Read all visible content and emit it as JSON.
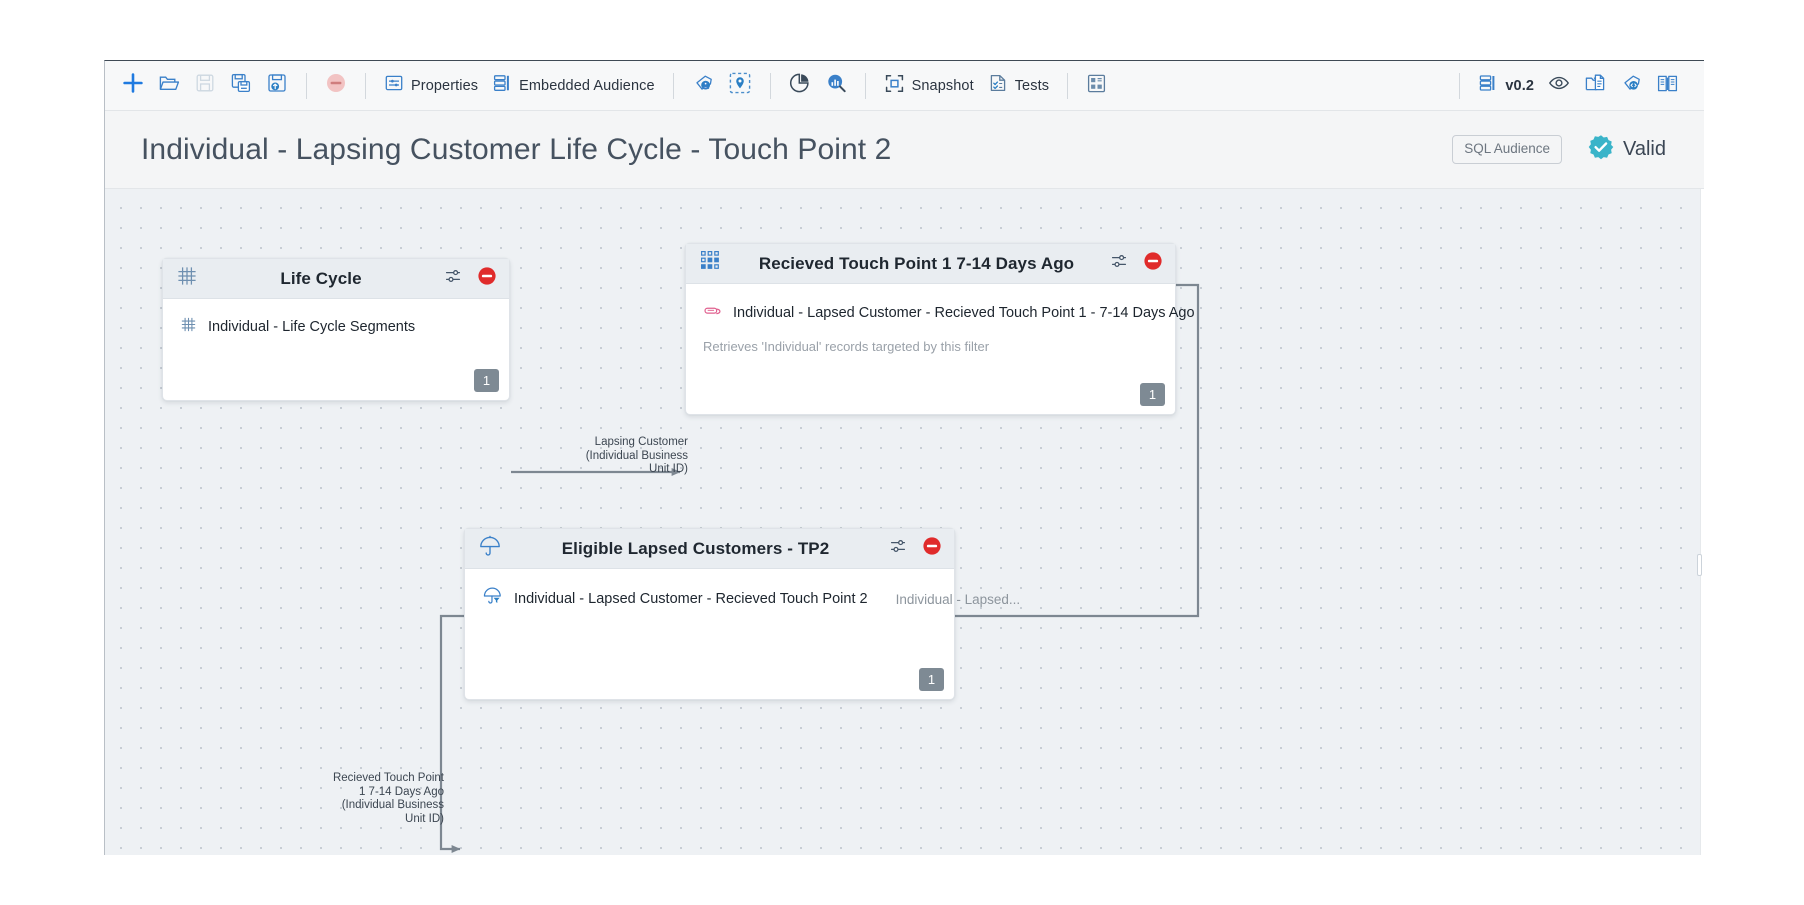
{
  "toolbar": {
    "left_items": [
      {
        "name": "new",
        "icon": "plus-icon",
        "label": "",
        "disabled": false
      },
      {
        "name": "open",
        "icon": "open-folder-icon",
        "label": "",
        "disabled": false
      },
      {
        "name": "save",
        "icon": "save-disk-icon",
        "label": "",
        "disabled": true
      },
      {
        "name": "save-as",
        "icon": "save-as-icon",
        "label": "",
        "disabled": false
      },
      {
        "name": "save-secure",
        "icon": "save-secure-icon",
        "label": "",
        "disabled": false
      },
      {
        "name": "delete",
        "icon": "remove-circle-icon",
        "label": "",
        "disabled": false
      },
      {
        "name": "properties",
        "icon": "properties-icon",
        "label": "Properties",
        "disabled": false
      },
      {
        "name": "embedded-audience",
        "icon": "embedded-audience-icon",
        "label": "Embedded Audience",
        "disabled": false
      },
      {
        "name": "tag-audience",
        "icon": "tag-person-icon",
        "label": "",
        "disabled": false
      },
      {
        "name": "pin-location",
        "icon": "pin-location-icon",
        "label": "",
        "disabled": false
      },
      {
        "name": "pie-chart",
        "icon": "pie-chart-icon",
        "label": "",
        "disabled": false
      },
      {
        "name": "analyse",
        "icon": "chart-search-icon",
        "label": "",
        "disabled": false
      },
      {
        "name": "snapshot",
        "icon": "snapshot-icon",
        "label": "Snapshot",
        "disabled": false
      },
      {
        "name": "tests",
        "icon": "tests-checklist-icon",
        "label": "Tests",
        "disabled": false
      },
      {
        "name": "grid-view",
        "icon": "grid-panels-icon",
        "label": "",
        "disabled": false
      }
    ],
    "right_items": [
      {
        "name": "version",
        "icon": "database-stack-icon",
        "label": "v0.2",
        "disabled": false
      },
      {
        "name": "preview",
        "icon": "eye-icon",
        "label": "",
        "disabled": false
      },
      {
        "name": "copy-to-folder",
        "icon": "folder-document-icon",
        "label": "",
        "disabled": false
      },
      {
        "name": "tag-code",
        "icon": "tag-code-icon",
        "label": "",
        "disabled": false
      },
      {
        "name": "documentation",
        "icon": "book-open-icon",
        "label": "",
        "disabled": false
      }
    ]
  },
  "header": {
    "title": "Individual - Lapsing Customer Life Cycle - Touch Point 2",
    "audience_type": "SQL Audience",
    "status": "Valid"
  },
  "canvas": {
    "nodes": [
      {
        "id": "life-cycle",
        "icon": "grid-table-icon",
        "title": "Life Cycle",
        "row_icon": "grid-table-icon",
        "row_text": "Individual - Life Cycle Segments",
        "row_text_muted": "",
        "subtext": "",
        "count": "1"
      },
      {
        "id": "touchpoint1",
        "icon": "dot-matrix-icon",
        "title": "Recieved Touch Point 1 7-14 Days Ago",
        "row_icon": "filter-pink-icon",
        "row_text": "Individual - Lapsed Customer - Recieved Touch Point 1 - 7-14 Days Ago",
        "row_text_muted": "",
        "subtext": "Retrieves 'Individual' records targeted by this filter",
        "count": "1"
      },
      {
        "id": "eligible",
        "icon": "umbrella-icon",
        "title": "Eligible Lapsed Customers - TP2",
        "row_icon": "umbrella-filter-icon",
        "row_text": "Individual - Lapsed Customer - Recieved Touch Point 2",
        "row_text_muted": "Individual - Lapsed...",
        "subtext": "",
        "count": "1"
      }
    ],
    "edges": [
      {
        "id": "edge-lifecycle-to-tp1",
        "label": "Lapsing Customer\n(Individual Business\nUnit ID)"
      },
      {
        "id": "edge-tp1-to-eligible",
        "label": "Recieved Touch Point\n1 7-14 Days Ago\n(Individual Business\nUnit ID)"
      }
    ]
  },
  "colors": {
    "accent": "#1f7ae0",
    "danger": "#e02b2b",
    "valid": "#3ab4c9",
    "canvas": "#eef1f4",
    "wire": "#7d8791"
  }
}
